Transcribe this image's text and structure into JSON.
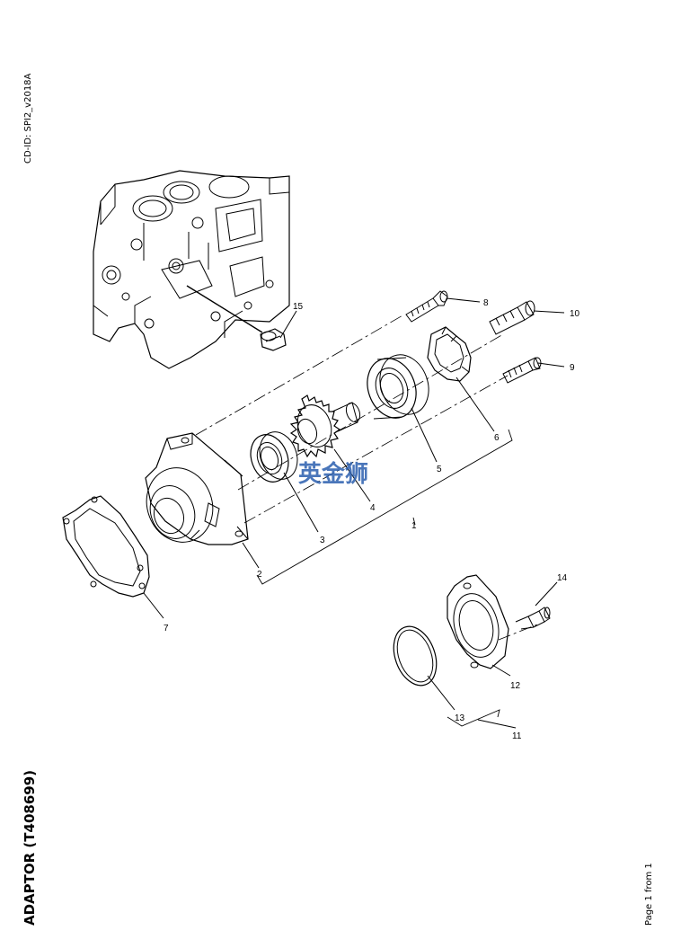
{
  "page": {
    "cd_id": "CD-ID: SPI2_v2018A",
    "title": "ADAPTOR (T408699)",
    "page_indicator": "Page 1 from 1"
  },
  "watermark": {
    "text": "英金狮",
    "color": "#2b5fae"
  },
  "callouts": {
    "c1": "1",
    "c2": "2",
    "c3": "3",
    "c4": "4",
    "c5": "5",
    "c6": "6",
    "c7": "7",
    "c8": "8",
    "c9": "9",
    "c10": "10",
    "c11": "11",
    "c12": "12",
    "c13": "13",
    "c14": "14",
    "c15": "15"
  }
}
